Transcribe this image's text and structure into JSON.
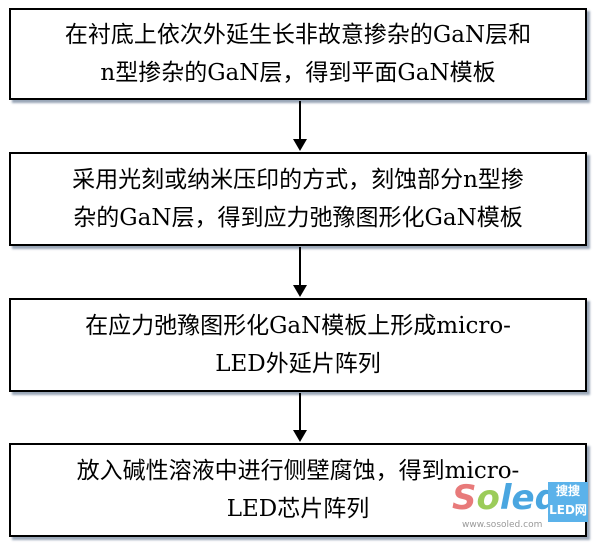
{
  "steps": [
    {
      "line1": "在衬底上依次外延生长非故意掺杂的GaN层和",
      "line2": "n型掺杂的GaN层，得到平面GaN模板"
    },
    {
      "line1": "采用光刻或纳米压印的方式，刻蚀部分n型掺",
      "line2": "杂的GaN层，得到应力弛豫图形化GaN模板"
    },
    {
      "line1": "在应力弛豫图形化GaN模板上形成micro-",
      "line2": "LED外延片阵列"
    },
    {
      "line1": "放入碱性溶液中进行侧壁腐蚀，得到micro-",
      "line2": "LED芯片阵列"
    }
  ],
  "watermark": {
    "s": "S",
    "o": "o",
    "led": "led",
    "url": "www.sosoled.com",
    "badge1": "搜搜",
    "badge2": "LED网"
  }
}
